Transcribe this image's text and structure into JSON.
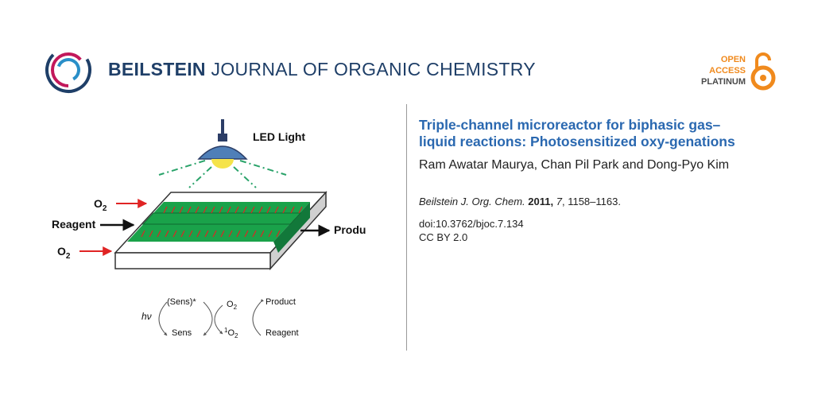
{
  "header": {
    "journal_name_bold": "BEILSTEIN",
    "journal_name_rest": "JOURNAL OF ORGANIC CHEMISTRY",
    "open_access": {
      "line1": "OPEN",
      "line2": "ACCESS",
      "line3": "PLATINUM"
    }
  },
  "figure": {
    "led_label": "LED Light",
    "o2_top": "O",
    "o2_bottom": "O",
    "o2_sub": "2",
    "reagent_label": "Reagent",
    "product_label": "Product",
    "scheme": {
      "hv": "hν",
      "sens_excited": "(Sens)*",
      "sens": "Sens",
      "o2": "O",
      "singlet_o2_prefix": "1",
      "o2_sub": "2",
      "product": "Product",
      "reagent": "Reagent"
    }
  },
  "article": {
    "title": "Triple-channel microreactor for biphasic gas–liquid reactions: Photosensitized oxy-genations",
    "authors": "Ram Awatar Maurya, Chan Pil Park and Dong-Pyo Kim",
    "citation": {
      "journal": "Beilstein J. Org. Chem.",
      "year": "2011",
      "volume": "7",
      "pages": "1158–1163."
    },
    "doi": "doi:10.3762/bjoc.7.134",
    "license": "CC BY 2.0"
  },
  "colors": {
    "journal_blue": "#1f3f68",
    "title_blue": "#2a68b0",
    "oa_orange": "#f08a1d",
    "reactor_green": "#1aa24a",
    "arrow_red": "#e02424"
  }
}
